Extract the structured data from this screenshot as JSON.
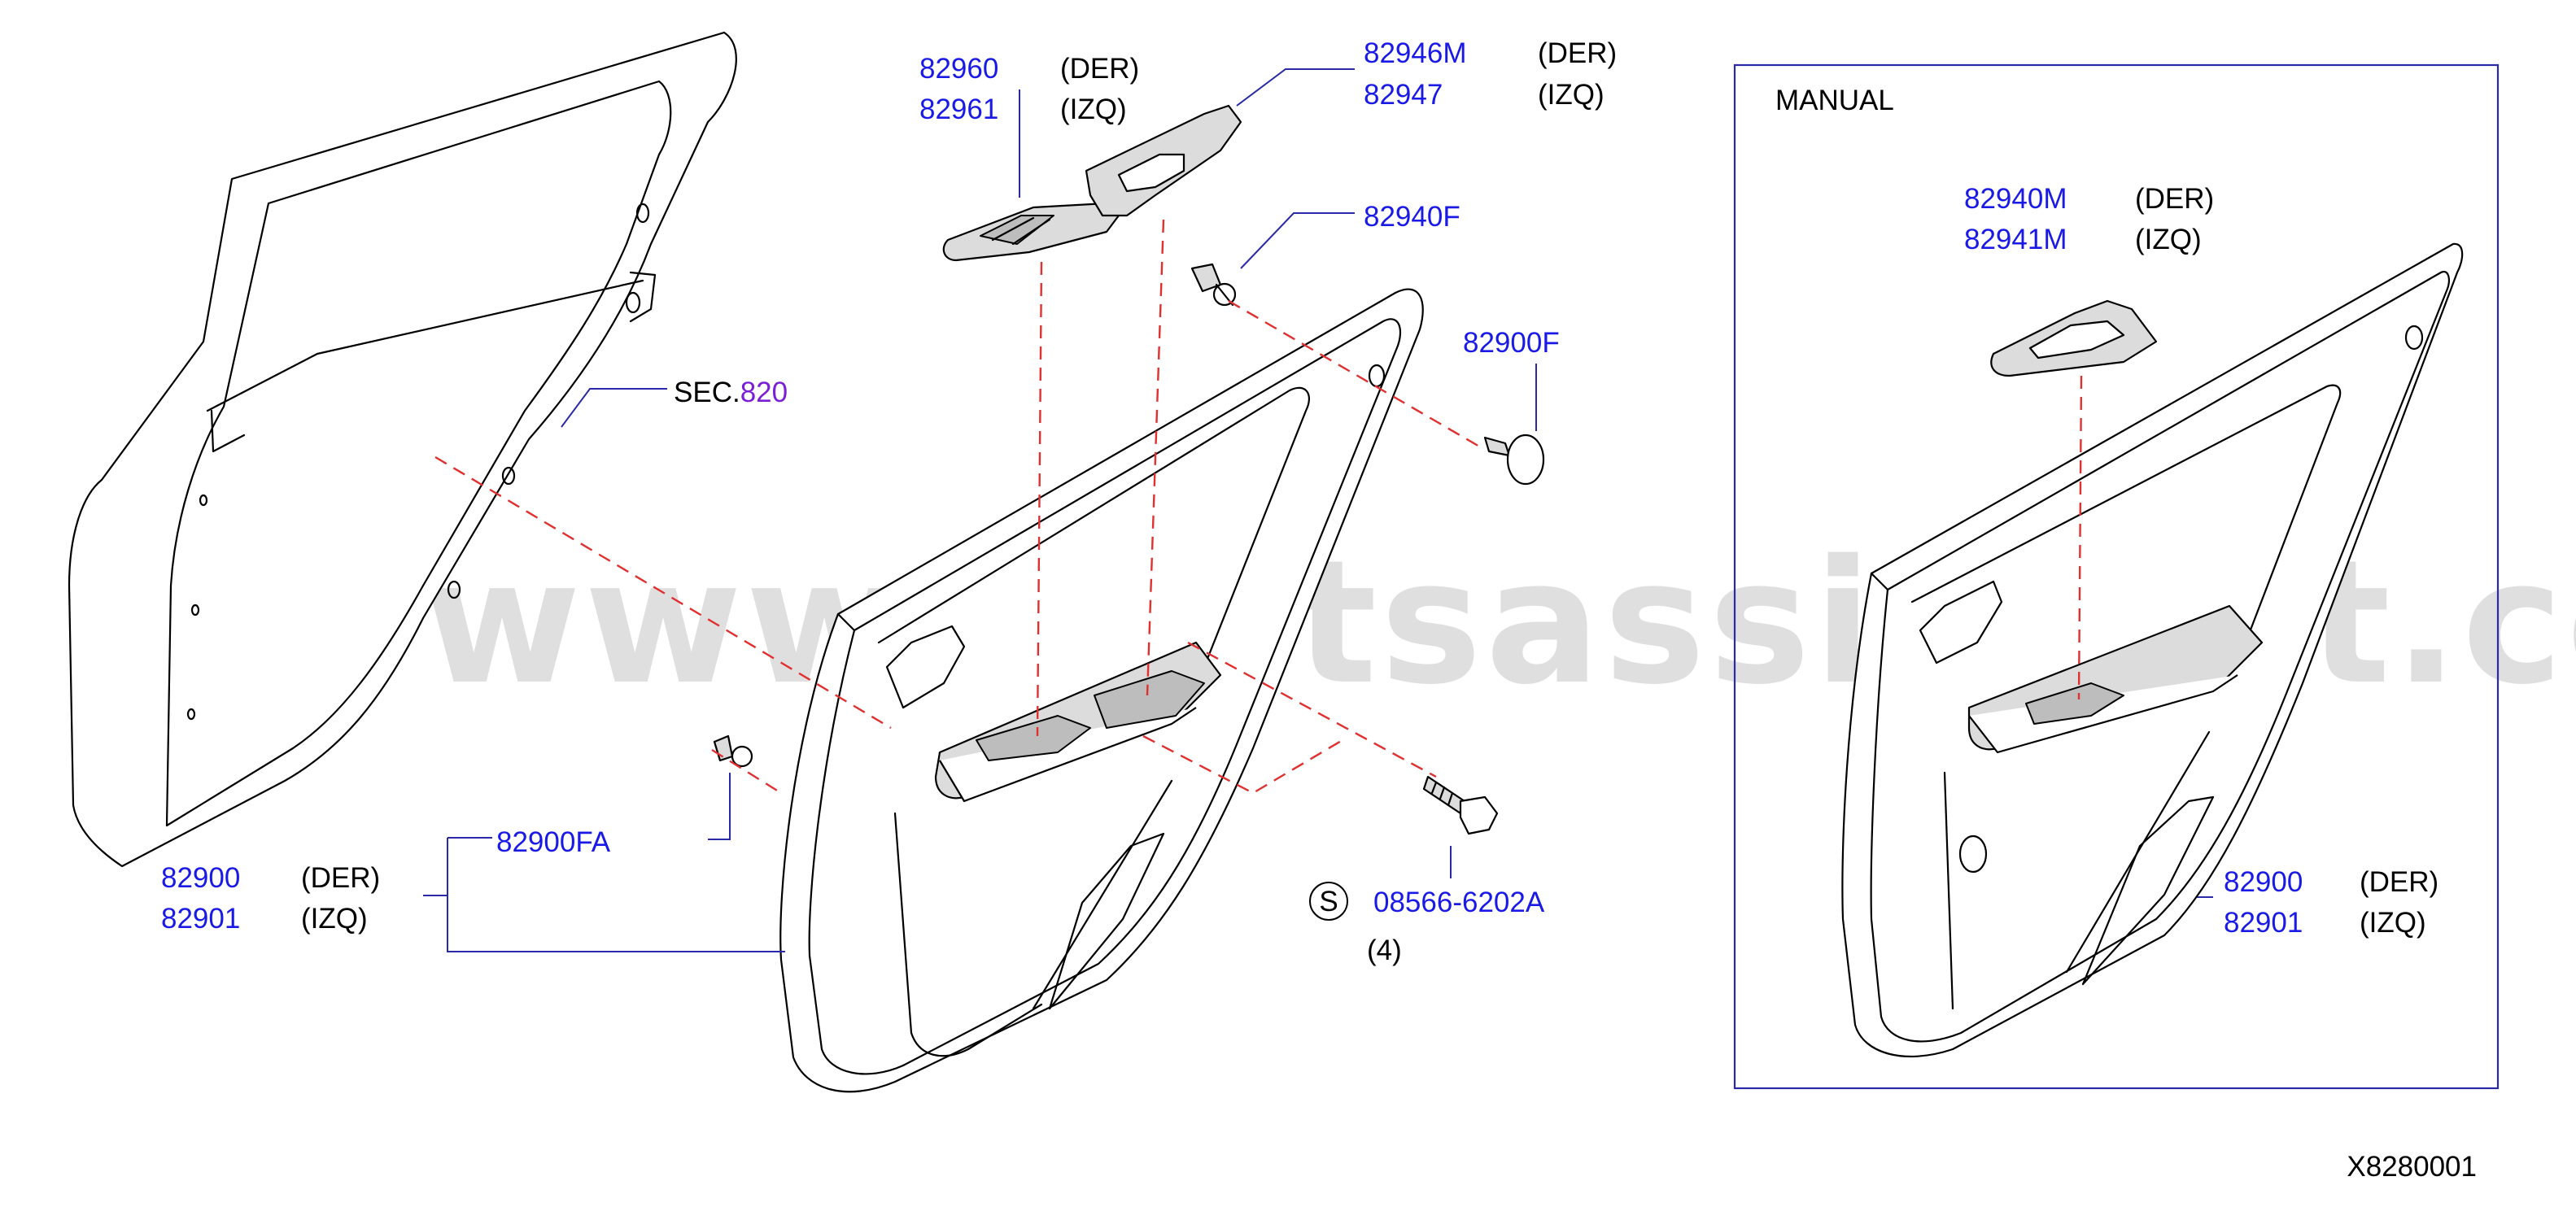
{
  "watermark": "www.partsassistant.com",
  "diagram_code": "X8280001",
  "colors": {
    "part_number": "#1a1ae6",
    "section_ref": "#7a1fd6",
    "dashed_alignment": "#e03030",
    "leader_line": "#2a2aa8"
  },
  "labels": {
    "switch_finisher": {
      "pn_right": "82960",
      "pn_left": "82961",
      "side_right": "(DER)",
      "side_left": "(IZQ)"
    },
    "armrest_finisher": {
      "pn_right": "82946M",
      "pn_left": "82947",
      "side_right": "(DER)",
      "side_left": "(IZQ)"
    },
    "clip_top": {
      "pn": "82940F"
    },
    "clip_right": {
      "pn": "82900F"
    },
    "sec_ref": {
      "prefix": "SEC.",
      "number": "820"
    },
    "clip_fa": {
      "pn": "82900FA"
    },
    "trim_main": {
      "pn_right": "82900",
      "pn_left": "82901",
      "side_right": "(DER)",
      "side_left": "(IZQ)"
    },
    "screw": {
      "symbol": "S",
      "pn": "08566-6202A",
      "qty": "(4)"
    }
  },
  "inset": {
    "title": "MANUAL",
    "finisher": {
      "pn_right": "82940M",
      "pn_left": "82941M",
      "side_right": "(DER)",
      "side_left": "(IZQ)"
    },
    "trim": {
      "pn_right": "82900",
      "pn_left": "82901",
      "side_right": "(DER)",
      "side_left": "(IZQ)"
    }
  }
}
